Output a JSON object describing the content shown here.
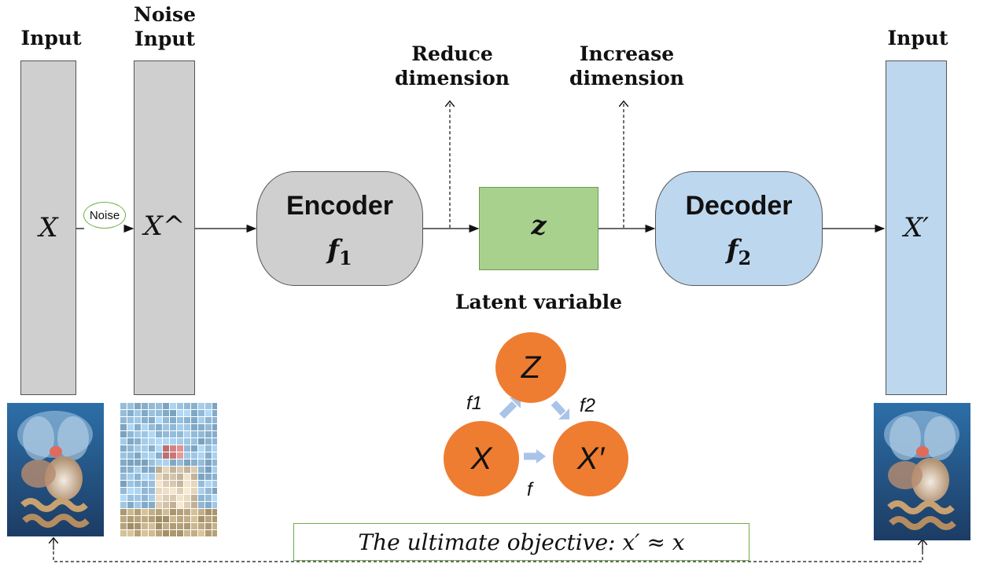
{
  "labels": {
    "input_left": "Input",
    "noise_input": "Noise\nInput",
    "input_right": "Input",
    "reduce_dimension": "Reduce\ndimension",
    "increase_dimension": "Increase\ndimension",
    "latent_variable": "Latent variable"
  },
  "columns": {
    "x": "X",
    "x_hat": "X^",
    "x_prime": "X′"
  },
  "noise_bubble": "Noise",
  "encoder": {
    "title": "Encoder",
    "symbol": "f",
    "subscript": "1"
  },
  "decoder": {
    "title": "Decoder",
    "symbol": "f",
    "subscript": "2"
  },
  "latent": {
    "symbol": "z"
  },
  "triangle": {
    "z": "Z",
    "x": "X",
    "x_prime": "X′",
    "f1": "f1",
    "f2": "f2",
    "f": "f"
  },
  "objective": "The ultimate objective: x′ ≈ x",
  "colors": {
    "gray_box": "#d0cfcf",
    "blue_box": "#bdd7ee",
    "latent_green": "#a9d18e",
    "circle_orange": "#ee7d31",
    "arrow_light_blue": "#a9c4e8",
    "noise_ellipse": "#70ad47"
  }
}
